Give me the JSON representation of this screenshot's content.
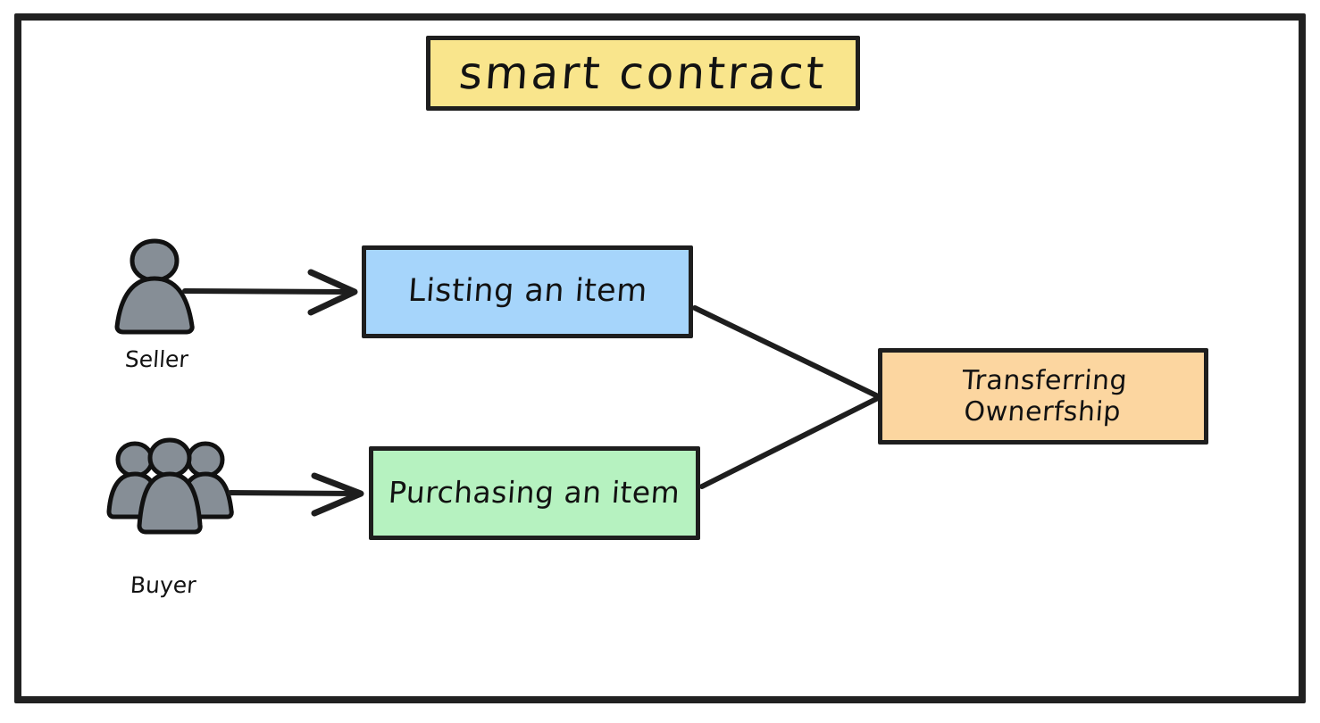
{
  "diagram": {
    "title_box": {
      "label": "smart contract",
      "color": "#f9e58c",
      "border_color": "#1e1e1e"
    },
    "frame": {
      "border_color": "#212121"
    },
    "actors": [
      {
        "id": "seller",
        "caption": "Seller",
        "icon": "single-person-icon",
        "color": "#868e96"
      },
      {
        "id": "buyer",
        "caption": "Buyer",
        "icon": "group-of-people-icon",
        "color": "#868e96"
      }
    ],
    "nodes": [
      {
        "id": "listing",
        "label": "Listing an item",
        "color": "#a6d5fb",
        "border_color": "#1e1e1e"
      },
      {
        "id": "purchasing",
        "label": "Purchasing an item",
        "color": "#b6f2c0",
        "border_color": "#1e1e1e"
      },
      {
        "id": "transfer",
        "label": "Transferring\nOwnerfship",
        "color": "#fcd6a0",
        "border_color": "#1e1e1e"
      }
    ],
    "connectors": [
      {
        "id": "seller-to-listing",
        "from": "seller",
        "to": "listing",
        "arrowhead": "open-v"
      },
      {
        "id": "buyer-to-purchasing",
        "from": "buyer",
        "to": "purchasing",
        "arrowhead": "open-v"
      },
      {
        "id": "listing-to-transfer",
        "from": "listing",
        "to": "transfer",
        "arrowhead": "none"
      },
      {
        "id": "purchasing-to-transfer",
        "from": "purchasing",
        "to": "transfer",
        "arrowhead": "none"
      }
    ]
  }
}
